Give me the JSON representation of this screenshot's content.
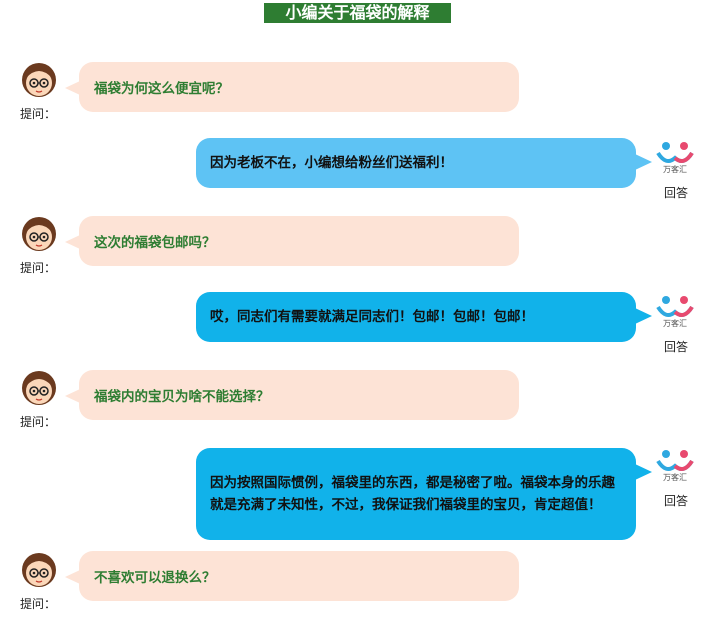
{
  "title": "小编关于福袋的解释",
  "asker_label": "提问：",
  "answer_label": "回答",
  "logo_text": "万客汇",
  "colors": {
    "title_bg": "#2e7d32",
    "question_bubble": "#fde3d6",
    "question_text": "#2e7d32",
    "answer_bubble_light": "#5ec3f4",
    "answer_bubble_dark": "#11b2ea"
  },
  "conversation": [
    {
      "question": "福袋为何这么便宜呢？",
      "answer": "因为老板不在，小编想给粉丝们送福利！"
    },
    {
      "question": "这次的福袋包邮吗？",
      "answer": "哎，同志们有需要就满足同志们！包邮！包邮！包邮！"
    },
    {
      "question": "福袋内的宝贝为啥不能选择？",
      "answer": "因为按照国际惯例，福袋里的东西，都是秘密了啦。福袋本身的乐趣就是充满了未知性，不过，我保证我们福袋里的宝贝，肯定超值！"
    },
    {
      "question": "不喜欢可以退换么？"
    }
  ]
}
